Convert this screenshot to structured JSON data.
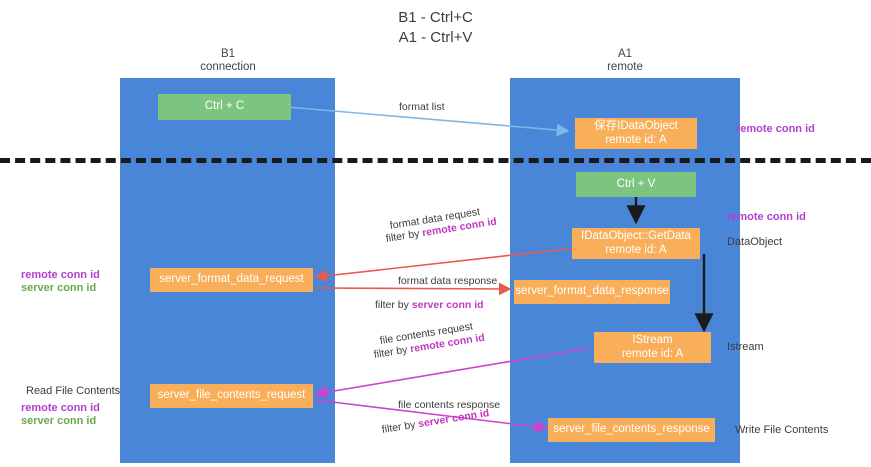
{
  "title": {
    "line1": "B1 - Ctrl+C",
    "line2": "A1 - Ctrl+V"
  },
  "columns": [
    {
      "name": "B1",
      "role": "connection"
    },
    {
      "name": "A1",
      "role": "remote"
    }
  ],
  "nodes": {
    "ctrl_c": {
      "line1": "Ctrl + C",
      "color": "#7cc47f"
    },
    "ctrl_v": {
      "line1": "Ctrl + V",
      "color": "#7cc47f"
    },
    "save_idataobject": {
      "line1": "保存IDataObject",
      "line2": "remote id: A",
      "color": "#f9ae5a"
    },
    "getdata": {
      "line1": "IDataObject::GetData",
      "line2": "remote id: A",
      "color": "#f9ae5a"
    },
    "istream": {
      "line1": "IStream",
      "line2": "remote id: A",
      "color": "#f9ae5a"
    },
    "server_format_data_request": {
      "line1": "server_format_data_request",
      "color": "#f9ae5a"
    },
    "server_format_data_response": {
      "line1": "server_format_data_response",
      "color": "#f9ae5a"
    },
    "server_file_contents_request": {
      "line1": "server_file_contents_request",
      "color": "#f9ae5a"
    },
    "server_file_contents_response": {
      "line1": "server_file_contents_response",
      "color": "#f9ae5a"
    }
  },
  "edge_labels": {
    "format_list": "format list",
    "format_data_request": "format data request",
    "filter_by_label": "filter by ",
    "remote_conn_id": "remote conn id",
    "server_conn_id": "server conn id",
    "format_data_response": "format data response",
    "file_contents_request": "file contents request",
    "file_contents_response": "file contents response"
  },
  "side_notes": {
    "right_top_remote_conn_id": "remote conn id",
    "right_mid_remote_conn_id": "remote conn id",
    "dataobject": "DataObject",
    "istream": "Istream",
    "write_file_contents": "Write File Contents",
    "left_remote_conn_id": "remote conn id",
    "left_server_conn_id": "server conn id",
    "read_file_contents": "Read File Contents",
    "left2_remote_conn_id": "remote conn id",
    "left2_server_conn_id": "server conn id"
  },
  "colors": {
    "lane": "#4a86d8",
    "green_node": "#7cc47f",
    "orange_node": "#f9ae5a",
    "purple_text": "#b23fd0",
    "green_text": "#6aa84f",
    "magenta_arrow": "#cc44cc",
    "red_arrow": "#e8594f",
    "blue_arrow": "#7db8e8",
    "black_arrow": "#1a1a1a"
  }
}
